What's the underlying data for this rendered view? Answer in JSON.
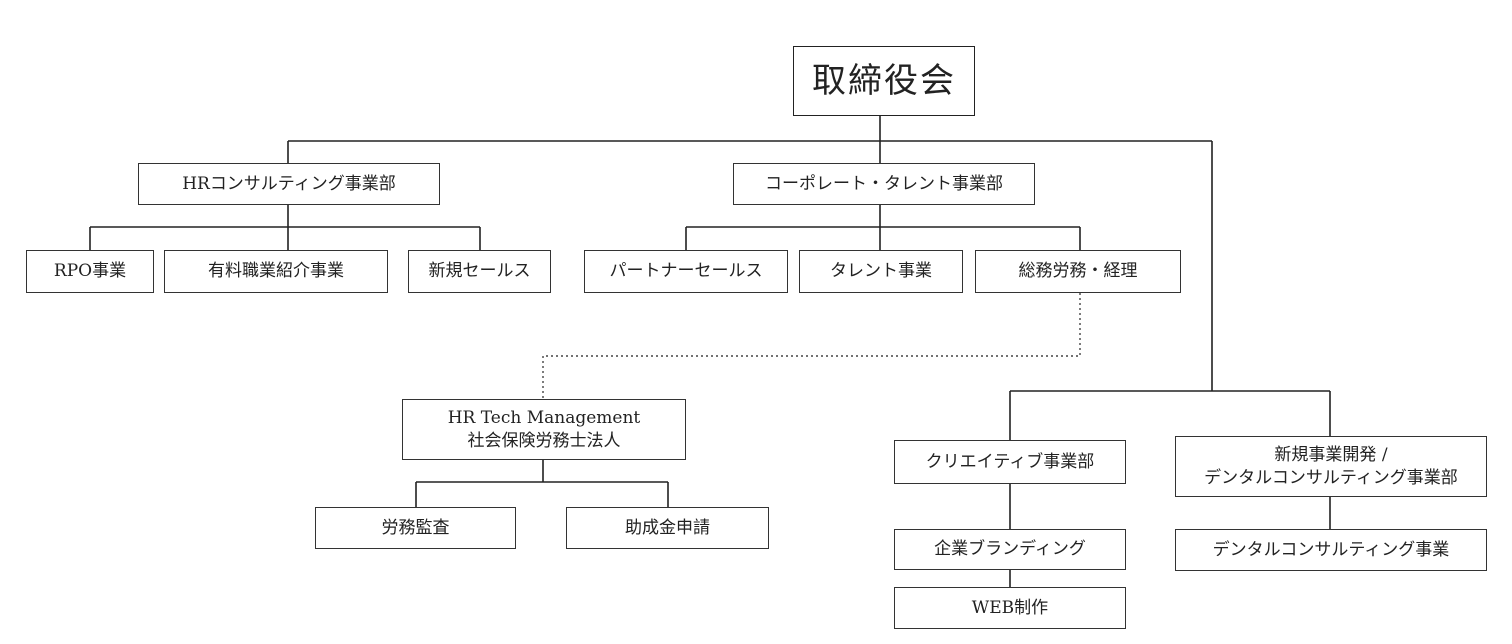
{
  "org": {
    "root": "取締役会",
    "hr_consulting": "HRコンサルティング事業部",
    "corporate_talent": "コーポレート・タレント事業部",
    "rpo": "RPO事業",
    "paid_placement": "有料職業紹介事業",
    "new_sales": "新規セールス",
    "partner_sales": "パートナーセールス",
    "talent_business": "タレント事業",
    "general_affairs": "総務労務・経理",
    "hr_tech_line1": "HR Tech Management",
    "hr_tech_line2": "社会保険労務士法人",
    "labor_audit": "労務監査",
    "subsidy": "助成金申請",
    "creative": "クリエイティブ事業部",
    "new_biz_line1": "新規事業開発 /",
    "new_biz_line2": "デンタルコンサルティング事業部",
    "corporate_branding": "企業ブランディング",
    "web_production": "WEB制作",
    "dental_consulting": "デンタルコンサルティング事業"
  },
  "colors": {
    "line": "#222222",
    "border": "#333333",
    "text": "#222222"
  }
}
